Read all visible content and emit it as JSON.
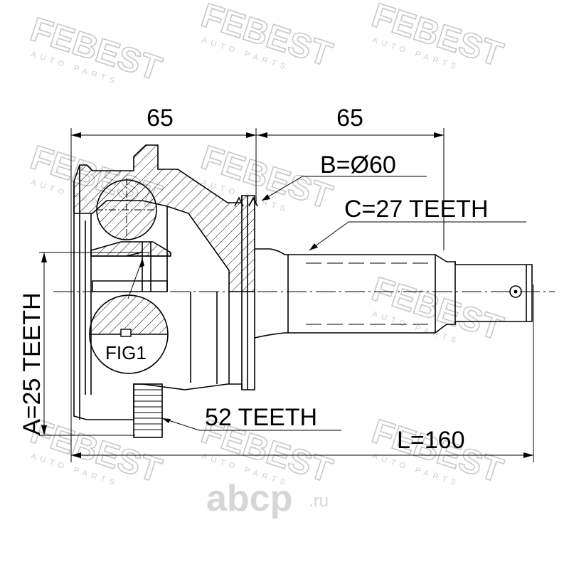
{
  "watermark": {
    "brand": "FEBEST",
    "sub": "AUTO PARTS"
  },
  "dimensions": {
    "top_left": "65",
    "top_right": "65",
    "b": "B=Ø60",
    "c": "C=27 TEETH",
    "a": "A=25 TEETH",
    "ring": "52 TEETH",
    "length": "L=160",
    "fig": "FIG1"
  },
  "logo": {
    "main": "abcp",
    "suffix": ".ru"
  },
  "colors": {
    "line": "#000000",
    "watermark": "#c8c8c8"
  }
}
